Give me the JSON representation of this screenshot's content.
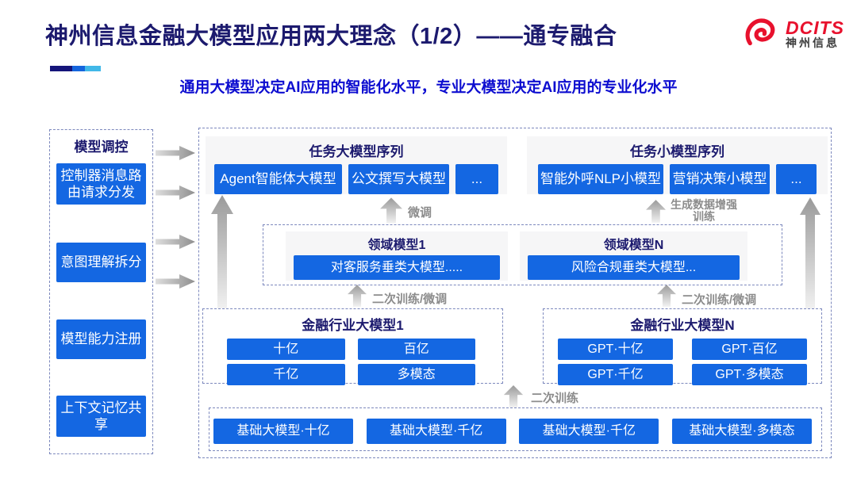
{
  "colors": {
    "accent_blue": "#1467e2",
    "navy": "#1c1a6e",
    "subtitle_blue": "#0d0dd0",
    "brand_red": "#e8112d"
  },
  "header": {
    "title": "神州信息金融大模型应用两大理念（1/2）——通专融合",
    "subtitle": "通用大模型决定AI应用的智能化水平，专业大模型决定AI应用的专业化水平",
    "logo": {
      "brand": "DCITS",
      "brand_cn": "神州信息"
    }
  },
  "sidebar": {
    "title": "模型调控",
    "items": [
      "控制器消息路由请求分发",
      "意图理解拆分",
      "模型能力注册",
      "上下文记忆共享"
    ]
  },
  "main": {
    "task_large": {
      "title": "任务大模型序列",
      "items": [
        "Agent智能体大模型",
        "公文撰写大模型",
        "..."
      ]
    },
    "task_small": {
      "title": "任务小模型序列",
      "items": [
        "智能外呼NLP小模型",
        "营销决策小模型",
        "..."
      ]
    },
    "domain1": {
      "title": "领域模型1",
      "item": "对客服务垂类大模型....."
    },
    "domainN": {
      "title": "领域模型N",
      "item": "风险合规垂类大模型..."
    },
    "fin1": {
      "title": "金融行业大模型1",
      "items": [
        "十亿",
        "百亿",
        "千亿",
        "多模态"
      ]
    },
    "finN": {
      "title": "金融行业大模型N",
      "items": [
        "GPT·十亿",
        "GPT·百亿",
        "GPT·千亿",
        "GPT·多模态"
      ]
    },
    "base": {
      "items": [
        "基础大模型·十亿",
        "基础大模型·千亿",
        "基础大模型·千亿",
        "基础大模型·多模态"
      ]
    },
    "arrow_labels": {
      "fine_tune": "微调",
      "gen_line1": "生成数据增强",
      "gen_line2": "训练",
      "retrain_ft_left": "二次训练/微调",
      "retrain_ft_right": "二次训练/微调",
      "retrain": "二次训练"
    }
  }
}
